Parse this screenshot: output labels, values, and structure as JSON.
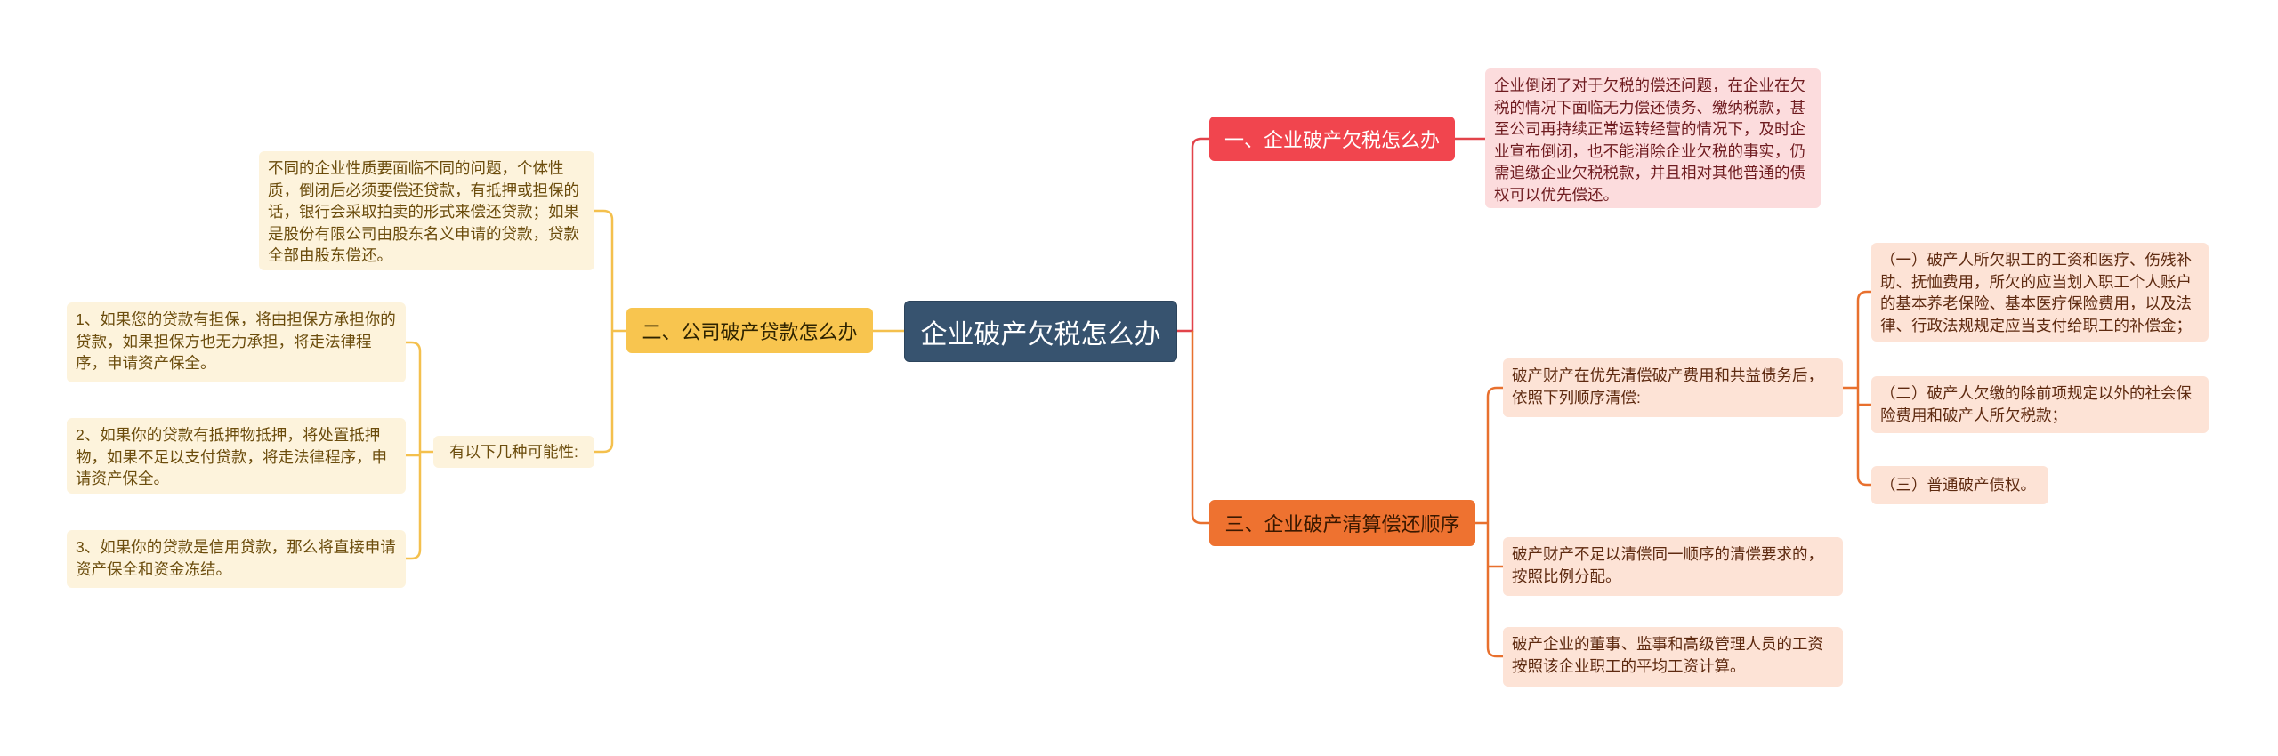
{
  "center": {
    "label": "企业破产欠税怎么办"
  },
  "branches": [
    {
      "label": "一、企业破产欠税怎么办",
      "color": "#f1454e",
      "leaves": [
        "企业倒闭了对于欠税的偿还问题，在企业在欠税的情况下面临无力偿还债务、缴纳税款，甚至公司再持续正常运转经营的情况下，及时企业宣布倒闭，也不能消除企业欠税的事实，仍需追缴企业欠税税款，并且相对其他普通的债权可以优先偿还。"
      ]
    },
    {
      "label": "二、公司破产贷款怎么办",
      "color": "#f8c54f",
      "leaves": [
        "不同的企业性质要面临不同的问题，个体性质，倒闭后必须要偿还贷款，有抵押或担保的话，银行会采取拍卖的形式来偿还贷款；如果是股份有限公司由股东名义申请的贷款，贷款全部由股东偿还。",
        "有以下几种可能性:"
      ],
      "possibilities": [
        "1、如果您的贷款有担保，将由担保方承担你的贷款，如果担保方也无力承担，将走法律程序，申请资产保全。",
        "2、如果你的贷款有抵押物抵押，将处置抵押物，如果不足以支付贷款，将走法律程序，申请资产保全。",
        "3、如果你的贷款是信用贷款，那么将直接申请资产保全和资金冻结。"
      ]
    },
    {
      "label": "三、企业破产清算偿还顺序",
      "color": "#ee7230",
      "leaves": [
        "破产财产在优先清偿破产费用和共益债务后，依照下列顺序清偿:",
        "破产财产不足以清偿同一顺序的清偿要求的，按照比例分配。",
        "破产企业的董事、监事和高级管理人员的工资按照该企业职工的平均工资计算。"
      ],
      "order": [
        "（一）破产人所欠职工的工资和医疗、伤残补助、抚恤费用，所欠的应当划入职工个人账户的基本养老保险、基本医疗保险费用，以及法律、行政法规规定应当支付给职工的补偿金；",
        "（二）破产人欠缴的除前项规定以外的社会保险费用和破产人所欠税款；",
        "（三）普通破产债权。"
      ]
    }
  ]
}
